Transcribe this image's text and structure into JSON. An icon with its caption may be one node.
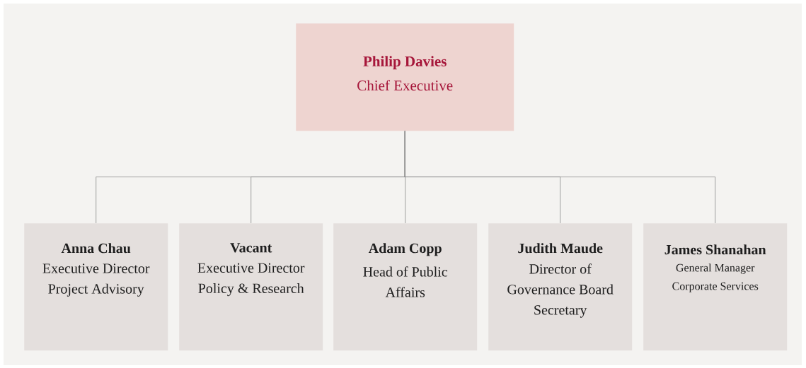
{
  "diagram": {
    "nodes": [
      {
        "text": [
          "Philip Davies",
          "Chief Executive"
        ]
      },
      {
        "text": [
          "Anna Chau",
          "Executive Director Project Advisory"
        ]
      },
      {
        "text": [
          "Vacant",
          "Executive Director Policy & Research"
        ]
      },
      {
        "text": [
          "Adam Copp",
          "Head of Public Affairs"
        ]
      },
      {
        "text": [
          "Judith Maude",
          "Director of Governance Board Secretary"
        ]
      },
      {
        "text": [
          "James Shanahan",
          "General Manager Corporate Services"
        ]
      }
    ],
    "edges": [
      {
        "from": 0,
        "to": 1,
        "arrow": "none"
      },
      {
        "from": 0,
        "to": 2,
        "arrow": "none"
      },
      {
        "from": 0,
        "to": 3,
        "arrow": "none"
      },
      {
        "from": 0,
        "to": 4,
        "arrow": "none"
      },
      {
        "from": 0,
        "to": 5,
        "arrow": "none"
      }
    ]
  }
}
